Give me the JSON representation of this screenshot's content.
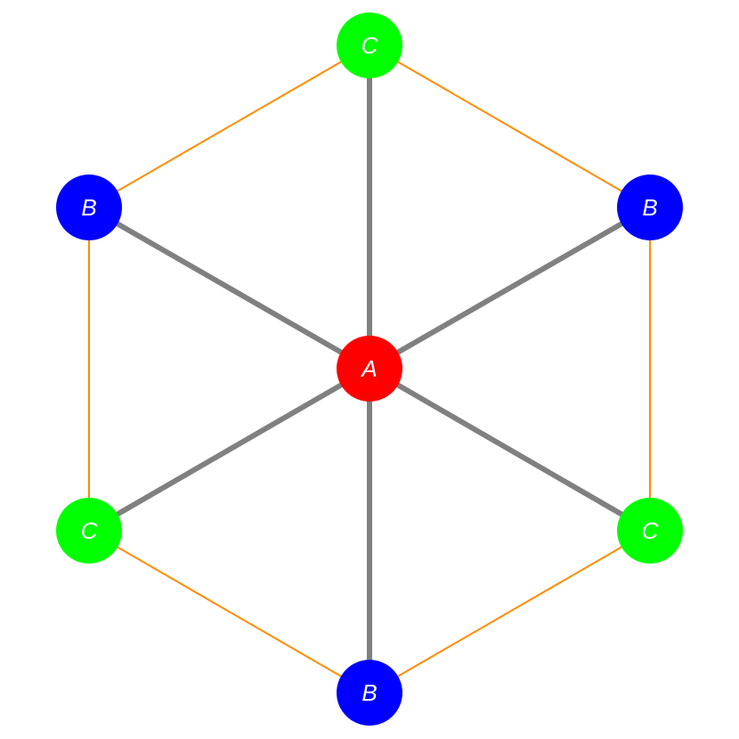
{
  "diagram": {
    "nodes": [
      {
        "id": "center",
        "label": "A",
        "color": "#ff0000"
      },
      {
        "id": "top",
        "label": "C",
        "color": "#00ff00"
      },
      {
        "id": "upper-right",
        "label": "B",
        "color": "#0000ff"
      },
      {
        "id": "lower-right",
        "label": "C",
        "color": "#00ff00"
      },
      {
        "id": "bottom",
        "label": "B",
        "color": "#0000ff"
      },
      {
        "id": "lower-left",
        "label": "C",
        "color": "#00ff00"
      },
      {
        "id": "upper-left",
        "label": "B",
        "color": "#0000ff"
      }
    ],
    "spoke_edges": [
      {
        "from": "center",
        "to": "top"
      },
      {
        "from": "center",
        "to": "upper-right"
      },
      {
        "from": "center",
        "to": "lower-right"
      },
      {
        "from": "center",
        "to": "bottom"
      },
      {
        "from": "center",
        "to": "lower-left"
      },
      {
        "from": "center",
        "to": "upper-left"
      }
    ],
    "ring_edges": [
      {
        "from": "top",
        "to": "upper-right"
      },
      {
        "from": "upper-right",
        "to": "lower-right"
      },
      {
        "from": "lower-right",
        "to": "bottom"
      },
      {
        "from": "bottom",
        "to": "lower-left"
      },
      {
        "from": "lower-left",
        "to": "upper-left"
      },
      {
        "from": "upper-left",
        "to": "top"
      }
    ],
    "spoke_color": "#808080",
    "ring_color": "#ff8c00",
    "label_color": "#ffffff"
  }
}
